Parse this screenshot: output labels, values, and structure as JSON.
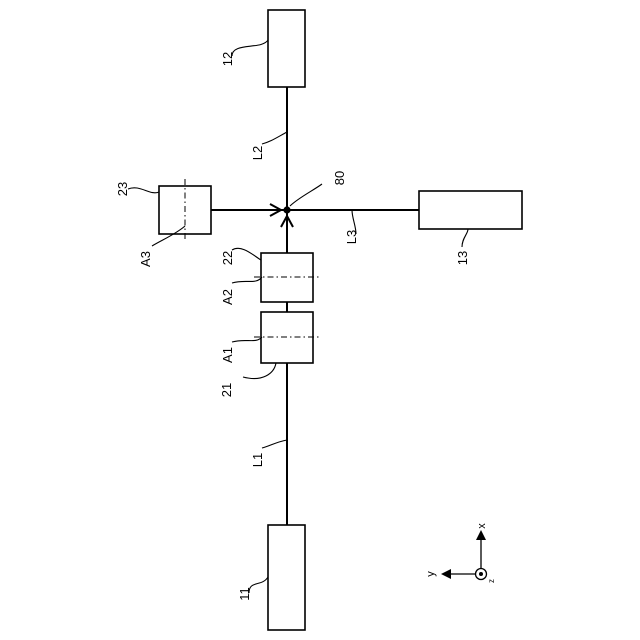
{
  "components": {
    "unit_11": "11",
    "unit_12": "12",
    "unit_13": "13",
    "element_21": "21",
    "element_22": "22",
    "element_23": "23"
  },
  "lines": {
    "l1": "L1",
    "l2": "L2",
    "l3": "L3"
  },
  "axes": {
    "a1": "A1",
    "a2": "A2",
    "a3": "A3"
  },
  "junction": "80",
  "coordinate_system": {
    "x": "x",
    "y": "y",
    "z": "z"
  }
}
